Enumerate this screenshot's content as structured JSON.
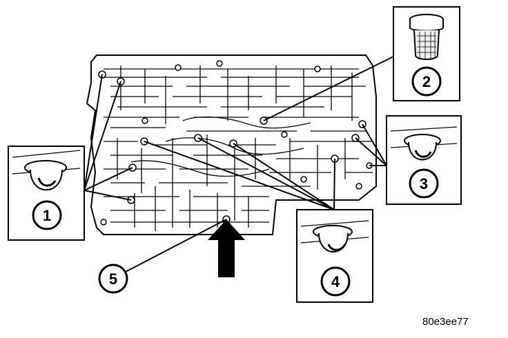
{
  "callouts": {
    "c1": "1",
    "c2": "2",
    "c3": "3",
    "c4": "4",
    "c5": "5"
  },
  "reference_code": "80e3ee77"
}
